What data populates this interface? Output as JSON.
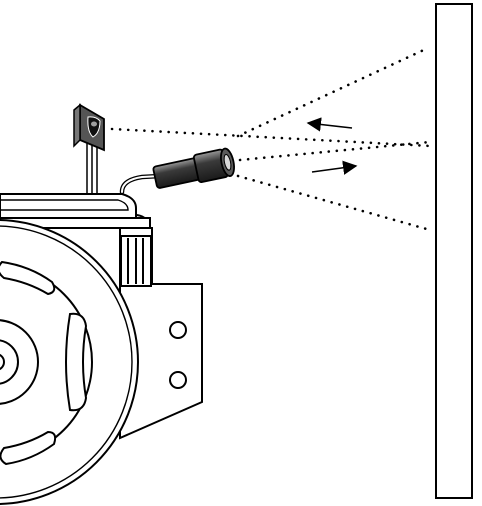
{
  "diagram": {
    "components": [
      {
        "id": "ir-receiver",
        "icon": "ir-receiver-icon"
      },
      {
        "id": "ir-emitter",
        "icon": "ir-emitter-icon"
      },
      {
        "id": "motor",
        "icon": "motor-icon"
      },
      {
        "id": "mounting-bracket",
        "icon": "bracket-icon"
      },
      {
        "id": "reflecting-surface",
        "icon": "wall-icon"
      }
    ],
    "arrows": [
      {
        "id": "reflected-signal-arrow",
        "direction": "left"
      },
      {
        "id": "emitted-signal-arrow",
        "direction": "right"
      }
    ],
    "colors": {
      "stroke": "#000000",
      "fill": "#ffffff",
      "emitter_body": "#4a4a4a",
      "receiver_body": "#666666"
    }
  }
}
